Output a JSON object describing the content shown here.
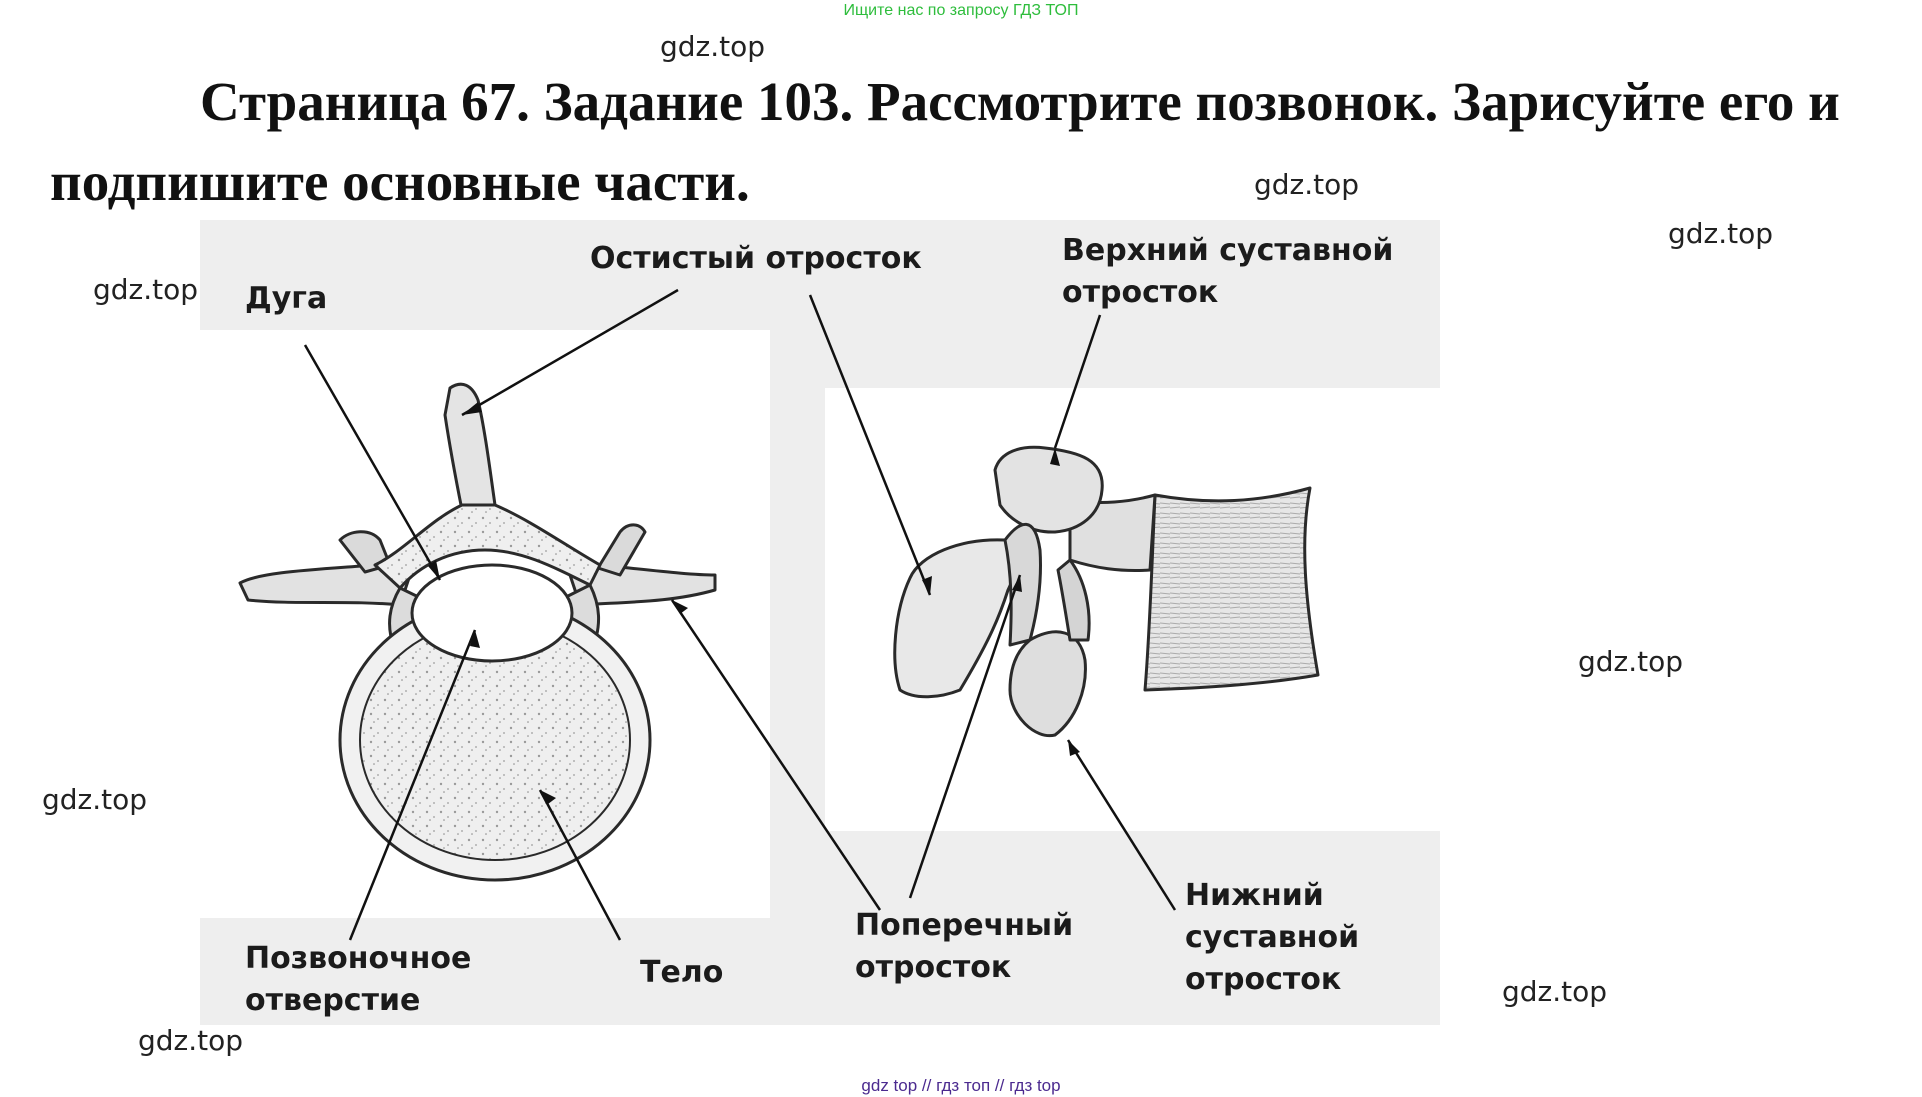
{
  "banner": "Ищите нас по запросу ГДЗ ТОП",
  "title": "Страница 67. Задание 103. Рассмотрите позвонок. Зарисуйте его и подпишите основные части.",
  "watermark_text": "gdz.top",
  "labels": {
    "arc": "Дуга",
    "spinous": "Остистый отросток",
    "superior_articular_1": "Верхний суставной",
    "superior_articular_2": "отросток",
    "foramen_1": "Позвоночное",
    "foramen_2": "отверстие",
    "body": "Тело",
    "transverse_1": "Поперечный",
    "transverse_2": "отросток",
    "inferior_articular_1": "Нижний",
    "inferior_articular_2": "суставной",
    "inferior_articular_3": "отросток"
  },
  "footer": "gdz top  //  гдз топ  //  гдз top",
  "colors": {
    "banner": "#2ebd3c",
    "footer": "#4b2a8f",
    "panel": "#eeeeee",
    "bone_fill": "#e3e3e3",
    "bone_stroke": "#2a2a2a"
  }
}
